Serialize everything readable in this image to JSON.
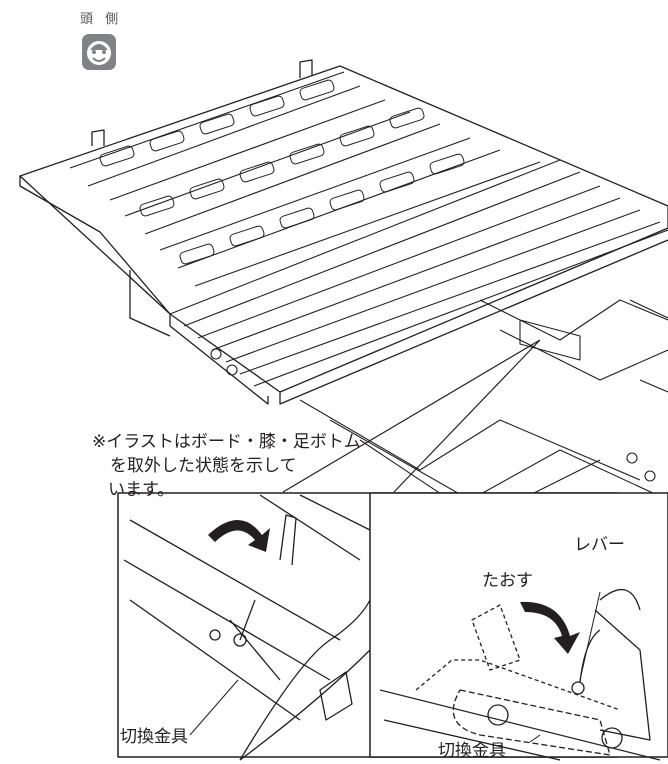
{
  "header": {
    "head_side_label": "頭 側"
  },
  "note": {
    "line1": "※イラストはボード・膝・足ボトム",
    "line2": "を取外した状態を示して",
    "line3": "います。"
  },
  "callouts": {
    "switch_fitting_left": "切換金具",
    "switch_fitting_right": "切換金具",
    "lever": "レバー",
    "tilt": "たおす"
  },
  "icons": {
    "head_icon": "smiley-face-icon",
    "arrow": "curved-arrow-icon"
  }
}
